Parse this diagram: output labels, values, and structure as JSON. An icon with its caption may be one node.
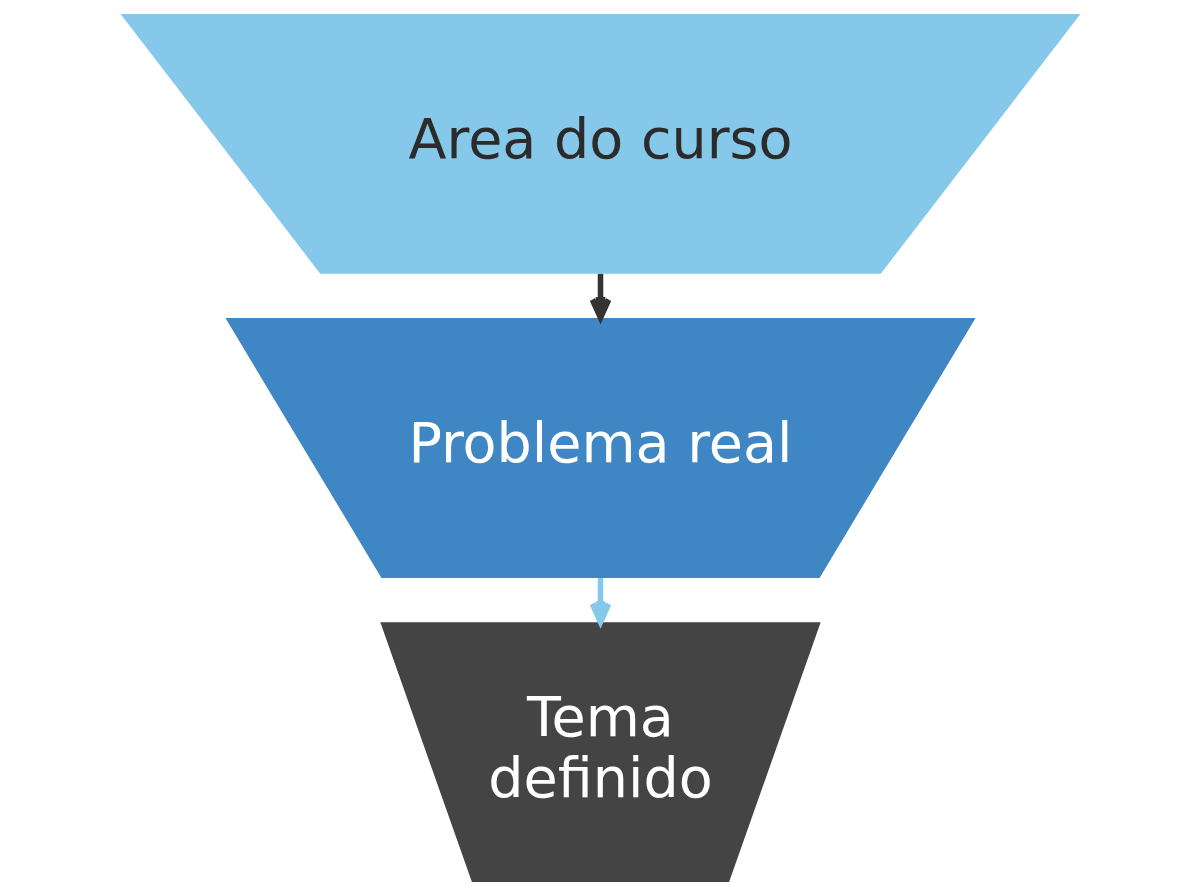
{
  "diagram": {
    "nodes": [
      {
        "text": [
          "Area do curso"
        ]
      },
      {
        "text": [
          "Problema real"
        ]
      },
      {
        "text": [
          "Tema definido"
        ]
      }
    ],
    "edges": [
      {
        "from": 0,
        "to": 1,
        "arrow": "to",
        "color": "#333333"
      },
      {
        "from": 1,
        "to": 2,
        "arrow": "to",
        "color": "#85c8ea"
      }
    ]
  }
}
